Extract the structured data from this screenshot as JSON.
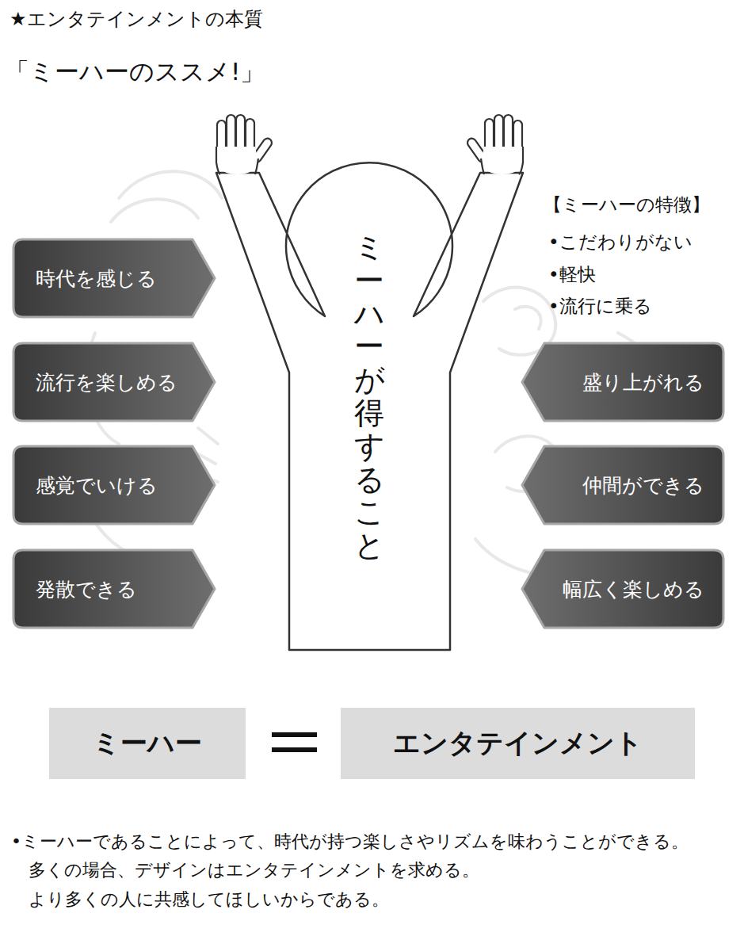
{
  "diagram": {
    "title": "「ミーハーのススメ!」",
    "caption": "•ミーハーであることによって、時代が持つ楽しさやリズムを味わうことができる。 多くの場合、デザインはエンタテインメントを求める。 より多くの人に共感してほしいからである。",
    "nodes": [
      {
        "text": [
          "ミーハーが得すること"
        ]
      },
      {
        "text": [
          "時代を感じる"
        ]
      },
      {
        "text": [
          "流行を楽しめる"
        ]
      },
      {
        "text": [
          "感覚でいける"
        ]
      },
      {
        "text": [
          "発散できる"
        ]
      },
      {
        "text": [
          "盛り上がれる"
        ]
      },
      {
        "text": [
          "仲間ができる"
        ]
      },
      {
        "text": [
          "幅広く楽しめる"
        ]
      },
      {
        "text": [
          "ミーハー"
        ]
      },
      {
        "text": [
          "エンタテインメント"
        ]
      }
    ],
    "labels": [
      "★エンタテインメントの本質",
      "【ミーハーの特徴】",
      "•こだわりがない",
      "•軽快",
      "•流行に乗る"
    ]
  }
}
